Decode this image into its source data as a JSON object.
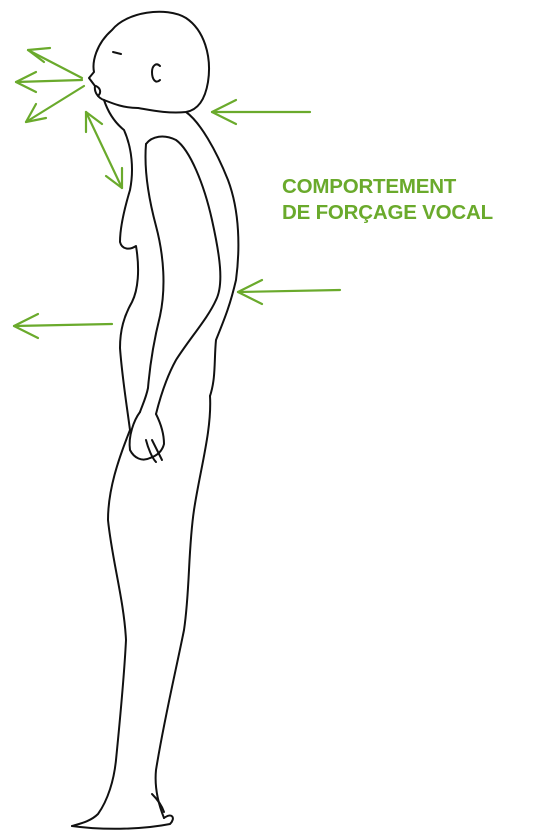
{
  "colors": {
    "accent": "#6aaa2c",
    "outline": "#111111",
    "background": "#ffffff"
  },
  "caption": {
    "line1": "COMPORTEMENT",
    "line2": "DE FORÇAGE VOCAL"
  },
  "arrows": [
    {
      "name": "arrow-mouth-up",
      "points_to": "forward-up"
    },
    {
      "name": "arrow-mouth-forward",
      "points_to": "forward"
    },
    {
      "name": "arrow-mouth-down",
      "points_to": "forward-down"
    },
    {
      "name": "arrow-throat-double",
      "points_to": "throat"
    },
    {
      "name": "arrow-neck-back",
      "points_to": "neck"
    },
    {
      "name": "arrow-lower-back",
      "points_to": "lower-back"
    },
    {
      "name": "arrow-belly-forward",
      "points_to": "forward"
    }
  ]
}
